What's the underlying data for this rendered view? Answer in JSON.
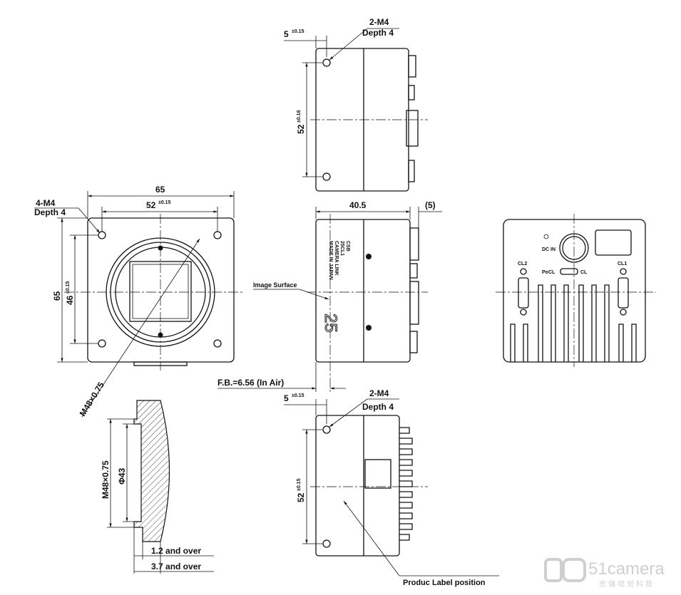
{
  "top_view": {
    "offset": "5",
    "offset_tol": "±0.15",
    "holes": "2-M4",
    "depth": "Depth 4",
    "pitch": "52",
    "pitch_tol": "±0.16"
  },
  "front_view": {
    "width": "65",
    "hole_pitch": "52",
    "hole_pitch_tol": "±0.15",
    "height": "65",
    "v_pitch": "46",
    "v_pitch_tol": "±0.15",
    "holes": "4-M4",
    "depth": "Depth 4",
    "mount_thread": "M48×0.75"
  },
  "side_view": {
    "length": "40.5",
    "connector": "(5)",
    "image_surface": "Image Surface",
    "flange_back": "F.B.=6.56 (In Air)",
    "label_lines": [
      "CSB",
      "25CL1",
      "CAMERA LINK",
      "MADE IN JAPAN"
    ],
    "model_number": "25"
  },
  "back_view": {
    "dc_in": "DC IN",
    "cl2": "CL2",
    "cl1": "CL1",
    "pocl": "PoCL",
    "cl": "CL"
  },
  "bottom_view": {
    "offset": "5",
    "offset_tol": "±0.15",
    "holes": "2-M4",
    "depth": "Depth 4",
    "pitch": "52",
    "pitch_tol": "±0.15",
    "label_position": "Produc Label position"
  },
  "mount_section": {
    "thread": "M48×0.75",
    "diameter": "Φ43",
    "dim1": "1.2 and over",
    "dim2": "3.7 and over"
  },
  "watermark": {
    "brand": "51camera",
    "subtitle": "志强视觉科技"
  }
}
